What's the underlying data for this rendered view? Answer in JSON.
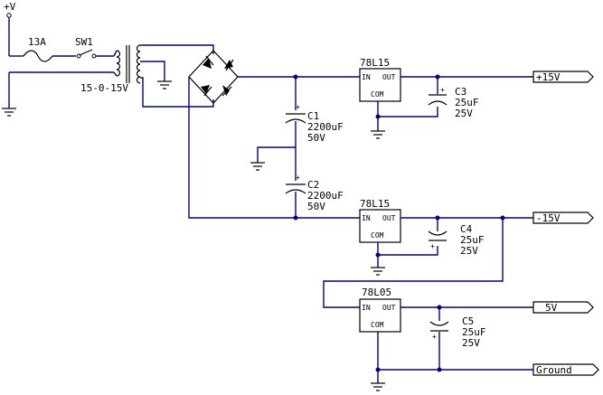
{
  "supply": {
    "label": "+V"
  },
  "fuse": {
    "label": "13A"
  },
  "switch": {
    "label": "SW1"
  },
  "transformer": {
    "label": "15-0-15V"
  },
  "c1": {
    "name": "C1",
    "value": "2200uF",
    "voltage": "50V"
  },
  "c2": {
    "name": "C2",
    "value": "2200uF",
    "voltage": "50V"
  },
  "reg1": {
    "name": "78L15",
    "in": "IN",
    "out": "OUT",
    "com": "COM"
  },
  "reg2": {
    "name": "78L15",
    "in": "IN",
    "out": "OUT",
    "com": "COM"
  },
  "reg3": {
    "name": "78L05",
    "in": "IN",
    "out": "OUT",
    "com": "COM"
  },
  "c3": {
    "name": "C3",
    "value": "25uF",
    "voltage": "25V"
  },
  "c4": {
    "name": "C4",
    "value": "25uF",
    "voltage": "25V"
  },
  "c5": {
    "name": "C5",
    "value": "25uF",
    "voltage": "25V"
  },
  "polarity": {
    "plus": "+"
  },
  "outputs": {
    "pos15": "+15V",
    "neg15": "-15V",
    "v5": "5V",
    "ground": "Ground"
  },
  "colors": {
    "wire": "#00008b",
    "component": "#000000"
  }
}
